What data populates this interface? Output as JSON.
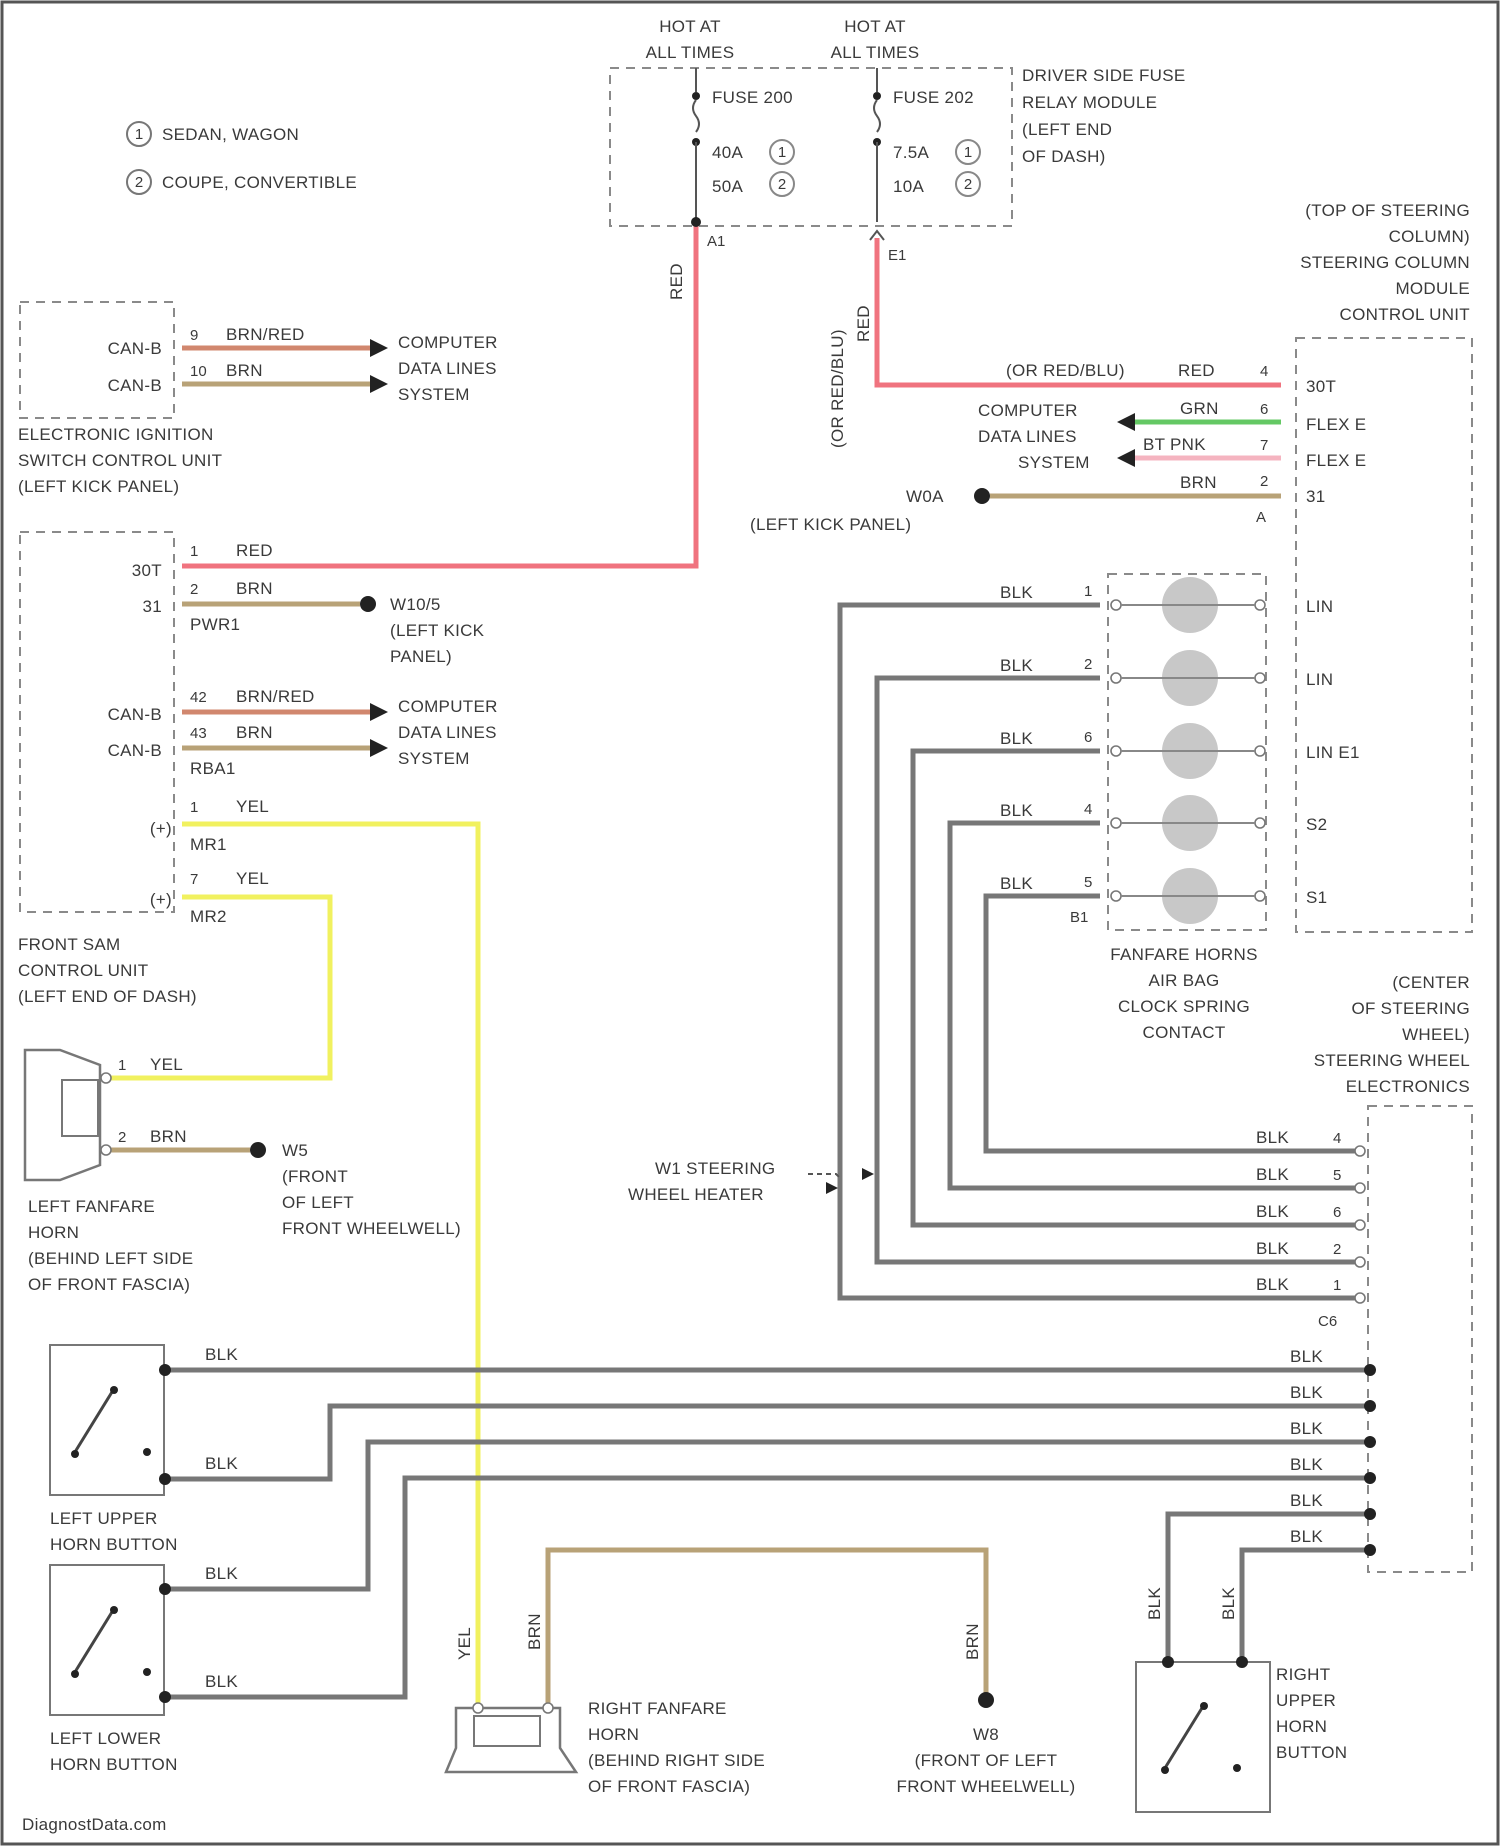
{
  "legend": [
    {
      "num": "1",
      "text": "SEDAN, WAGON"
    },
    {
      "num": "2",
      "text": "COUPE, CONVERTIBLE"
    }
  ],
  "fuse_block": {
    "hot_left": [
      "HOT AT",
      "ALL TIMES"
    ],
    "hot_right": [
      "HOT AT",
      "ALL TIMES"
    ],
    "fuse_left": "FUSE 200",
    "fuse_right": "FUSE 202",
    "rating_left_1": "40A",
    "rating_left_2": "50A",
    "rating_right_1": "7.5A",
    "rating_right_2": "10A",
    "circle_1": "1",
    "circle_2": "2",
    "pin_left": "A1",
    "pin_right": "E1",
    "title": [
      "DRIVER SIDE FUSE",
      "RELAY MODULE",
      "(LEFT END",
      "OF DASH)"
    ]
  },
  "wire_labels": {
    "red_vertical_left": "RED",
    "red_vertical_right": "RED",
    "or_red_blu_vertical": "(OR RED/BLU)"
  },
  "ignition_unit": {
    "can_b_1": "CAN-B",
    "can_b_2": "CAN-B",
    "pin_1": "9",
    "wire_1": "BRN/RED",
    "pin_2": "10",
    "wire_2": "BRN",
    "dest": [
      "COMPUTER",
      "DATA LINES",
      "SYSTEM"
    ],
    "title": [
      "ELECTRONIC IGNITION",
      "SWITCH CONTROL UNIT",
      "(LEFT KICK PANEL)"
    ]
  },
  "sam_unit": {
    "t30t": "30T",
    "pin_1": "1",
    "wire_1": "RED",
    "t31": "31",
    "pin_2": "2",
    "wire_2": "BRN",
    "conn_pwr1": "PWR1",
    "ground_1": [
      "W10/5",
      "(LEFT KICK",
      "PANEL)"
    ],
    "can_b_1": "CAN-B",
    "can_b_2": "CAN-B",
    "pin_42": "42",
    "wire_42": "BRN/RED",
    "pin_43": "43",
    "wire_43": "BRN",
    "conn_rba1": "RBA1",
    "dest": [
      "COMPUTER",
      "DATA LINES",
      "SYSTEM"
    ],
    "p1": "(+)",
    "pin_mr1": "1",
    "wire_mr1": "YEL",
    "conn_mr1": "MR1",
    "p2": "(+)",
    "pin_mr2": "7",
    "wire_mr2": "YEL",
    "conn_mr2": "MR2",
    "title": [
      "FRONT SAM",
      "CONTROL UNIT",
      "(LEFT END OF DASH)"
    ]
  },
  "left_horn": {
    "pin_1": "1",
    "wire_1": "YEL",
    "pin_2": "2",
    "wire_2": "BRN",
    "ground": [
      "W5",
      "(FRONT",
      "OF LEFT",
      "FRONT WHEELWELL)"
    ],
    "title": [
      "LEFT FANFARE",
      "HORN",
      "(BEHIND LEFT SIDE",
      "OF FRONT FASCIA)"
    ]
  },
  "steering_module": {
    "title": [
      "(TOP OF STEERING",
      "COLUMN)",
      "STEERING COLUMN",
      "MODULE",
      "CONTROL UNIT"
    ],
    "wire_or": "(OR RED/BLU)",
    "wire_red": "RED",
    "pin_4": "4",
    "term_30t": "30T",
    "dest": [
      "COMPUTER",
      "DATA LINES",
      "SYSTEM"
    ],
    "wire_grn": "GRN",
    "pin_6": "6",
    "term_flex1": "FLEX E",
    "wire_pnk": "BT PNK",
    "pin_7": "7",
    "term_flex2": "FLEX E",
    "ground": [
      "W0A",
      "(LEFT KICK PANEL)"
    ],
    "wire_brn": "BRN",
    "pin_2": "2",
    "conn_a": "A",
    "term_31": "31",
    "term_lin_1": "LIN",
    "term_lin_2": "LIN",
    "term_lin_e1": "LIN E1",
    "term_s2": "S2",
    "term_s1": "S1"
  },
  "clock_spring": {
    "wires": [
      {
        "color": "BLK",
        "pin": "1"
      },
      {
        "color": "BLK",
        "pin": "2"
      },
      {
        "color": "BLK",
        "pin": "6"
      },
      {
        "color": "BLK",
        "pin": "4"
      },
      {
        "color": "BLK",
        "pin": "5"
      }
    ],
    "conn": "B1",
    "title": [
      "FANFARE HORNS",
      "AIR BAG",
      "CLOCK SPRING",
      "CONTACT"
    ]
  },
  "wheel_electronics": {
    "title": [
      "(CENTER",
      "OF STEERING",
      "WHEEL)",
      "STEERING WHEEL",
      "ELECTRONICS"
    ],
    "heater": [
      "W1 STEERING",
      "WHEEL HEATER"
    ],
    "wires": [
      {
        "color": "BLK",
        "pin": "4"
      },
      {
        "color": "BLK",
        "pin": "5"
      },
      {
        "color": "BLK",
        "pin": "6"
      },
      {
        "color": "BLK",
        "pin": "2"
      },
      {
        "color": "BLK",
        "pin": "1"
      }
    ],
    "conn": "C6",
    "button_wires": [
      "BLK",
      "BLK",
      "BLK",
      "BLK",
      "BLK",
      "BLK"
    ]
  },
  "horn_buttons": {
    "left_upper_wire_1": "BLK",
    "left_upper_wire_2": "BLK",
    "left_upper_title": [
      "LEFT UPPER",
      "HORN BUTTON"
    ],
    "left_lower_wire_1": "BLK",
    "left_lower_wire_2": "BLK",
    "left_lower_title": [
      "LEFT LOWER",
      "HORN BUTTON"
    ],
    "right_wire_1": "BLK",
    "right_wire_2": "BLK",
    "right_upper_title": [
      "RIGHT",
      "UPPER",
      "HORN",
      "BUTTON"
    ]
  },
  "right_horn": {
    "wire_yel": "YEL",
    "wire_brn": "BRN",
    "wire_brn_ground": "BRN",
    "ground": [
      "W8",
      "(FRONT OF LEFT",
      "FRONT WHEELWELL)"
    ],
    "title": [
      "RIGHT FANFARE",
      "HORN",
      "(BEHIND RIGHT SIDE",
      "OF FRONT FASCIA)"
    ]
  },
  "footer": "DiagnostData.com",
  "colors": {
    "red": "#f0737f",
    "yellow": "#f1f15f",
    "brown": "#b8a277",
    "brown_red": "#d1876e",
    "green": "#64c864",
    "pink": "#f5b4c0",
    "black_wire": "#777777",
    "box": "#8a8a8a"
  }
}
